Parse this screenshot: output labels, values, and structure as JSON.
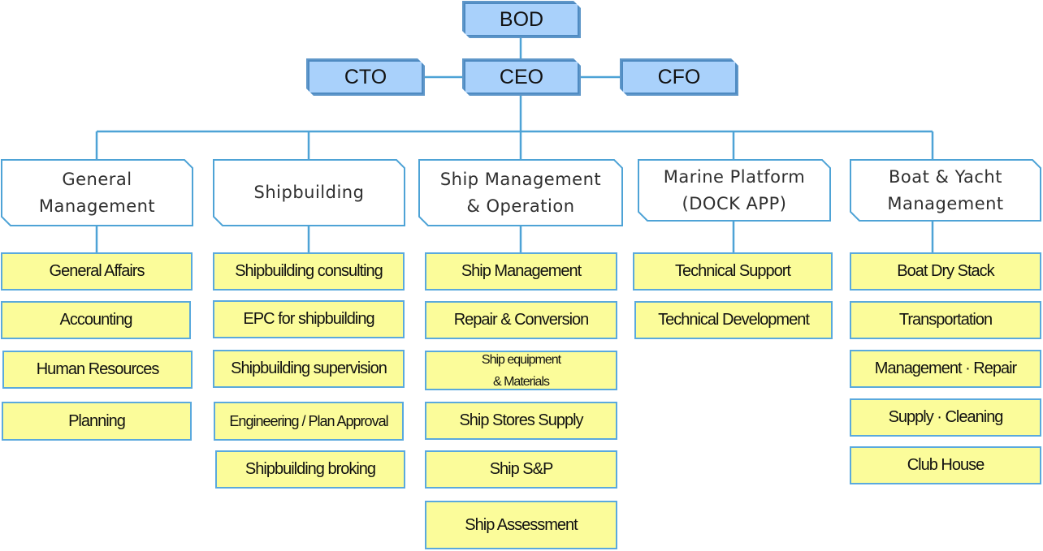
{
  "executives": {
    "bod": "BOD",
    "ceo": "CEO",
    "cto": "CTO",
    "cfo": "CFO"
  },
  "divisions": [
    {
      "title": "General\nManagement",
      "items": [
        "General Affairs",
        "Accounting",
        "Human Resources",
        "Planning"
      ]
    },
    {
      "title": "Shipbuilding",
      "items": [
        "Shipbuilding consulting",
        "EPC for shipbuilding",
        "Shipbuilding supervision",
        "Engineering / Plan Approval",
        "Shipbuilding broking"
      ]
    },
    {
      "title": "Ship Management\n& Operation",
      "items": [
        "Ship Management",
        "Repair & Conversion",
        "Ship equipment\n& Materials",
        "Ship Stores Supply",
        "Ship S&P",
        "Ship  Assessment"
      ]
    },
    {
      "title": "Marine Platform\n(DOCK APP)",
      "items": [
        "Technical Support",
        "Technical Development"
      ]
    },
    {
      "title": "Boat & Yacht\nManagement",
      "items": [
        "Boat Dry Stack",
        "Transportation",
        "Management · Repair",
        "Supply · Cleaning",
        "Club House"
      ]
    }
  ]
}
